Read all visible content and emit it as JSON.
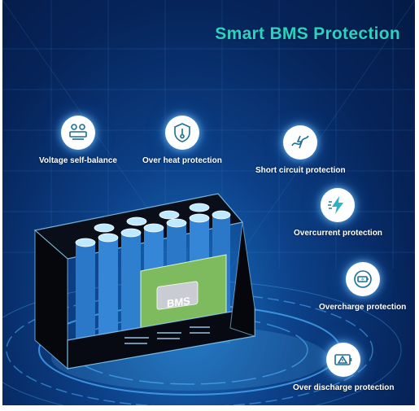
{
  "title": "Smart BMS Protection",
  "features": [
    {
      "label": "Voltage self-balance",
      "icon": "balance-icon"
    },
    {
      "label": "Over heat protection",
      "icon": "thermometer-shield-icon"
    },
    {
      "label": "Short circuit protection",
      "icon": "short-circuit-icon"
    },
    {
      "label": "Overcurrent protection",
      "icon": "lightning-icon"
    },
    {
      "label": "Overcharge protection",
      "icon": "overcharge-battery-icon"
    },
    {
      "label": "Over discharge protection",
      "icon": "battery-warning-icon"
    }
  ],
  "bms_label": "BMS",
  "colors": {
    "title": "#29d3bf",
    "background": "#0c3f86",
    "battery_cell": "#2b78c8",
    "bms_board": "#7dbb5e"
  }
}
